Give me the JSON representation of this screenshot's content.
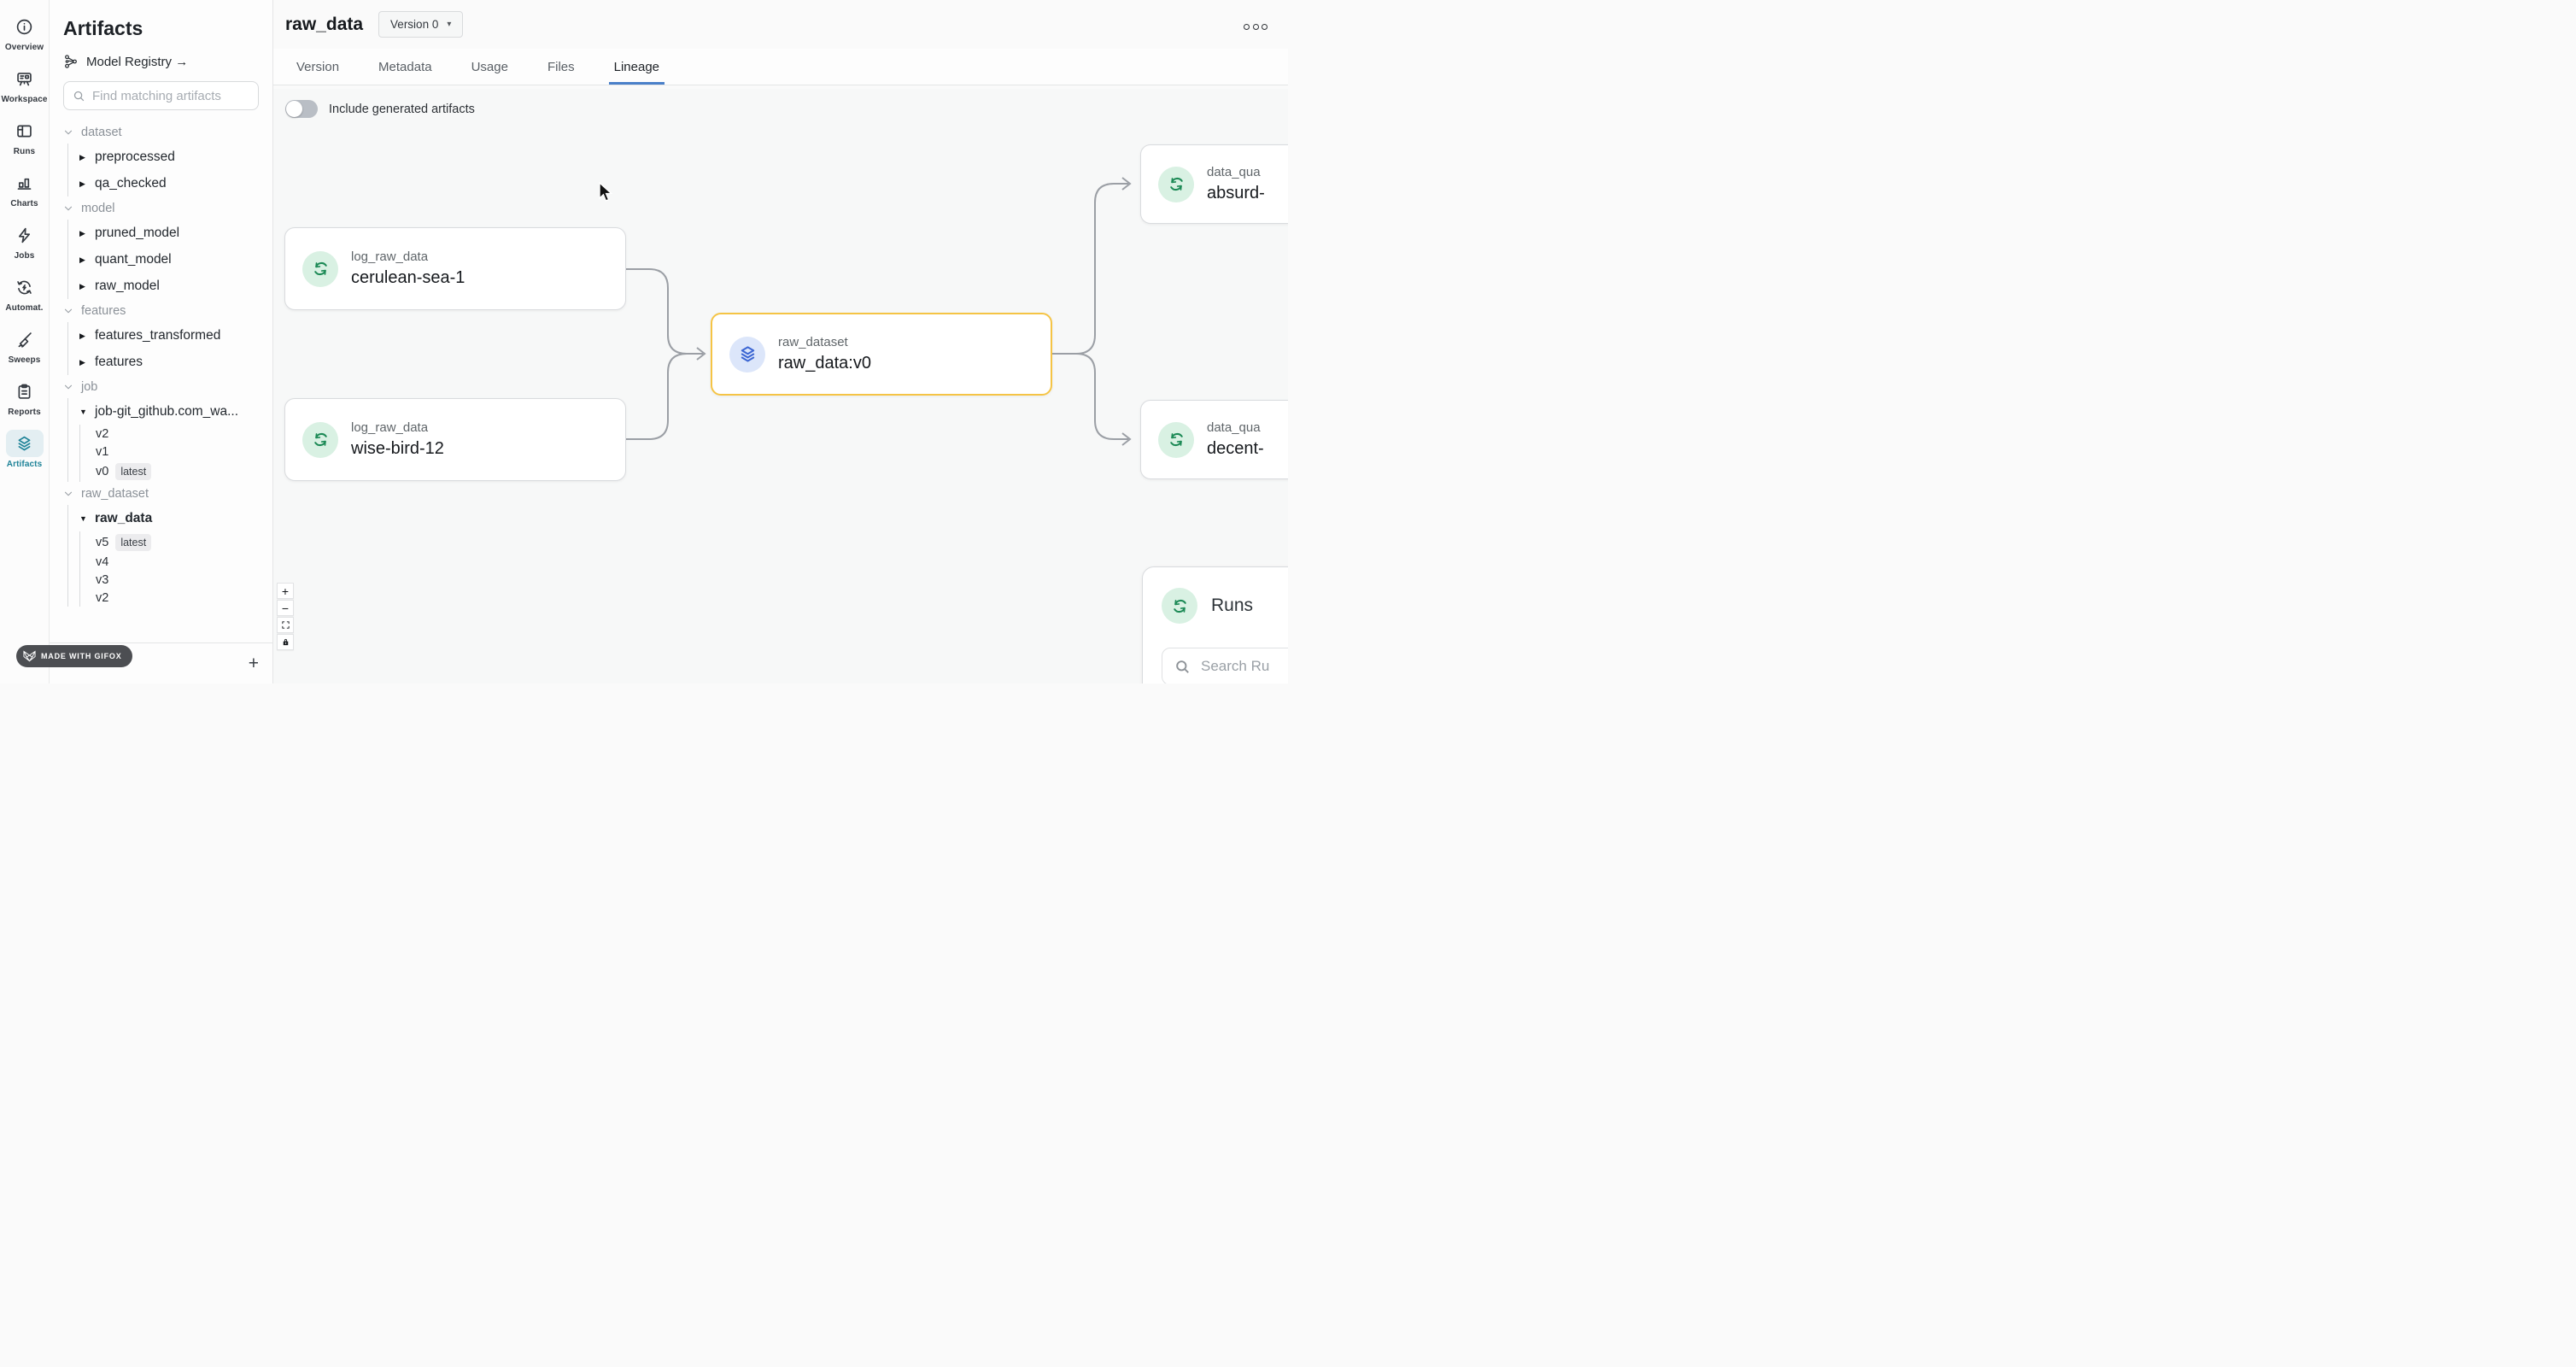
{
  "icons": {
    "triangle_right": "▶",
    "triangle_down": "▼",
    "caret_down": "▾",
    "plus": "+",
    "minus": "−"
  },
  "colors": {
    "accent_teal": "#1f8398",
    "tab_underline_blue": "#4a80c9",
    "node_highlight_yellow": "#f5c445",
    "run_green": "#1d8a56",
    "run_green_bg": "#d9f1e3",
    "artifact_blue": "#3c66d3",
    "artifact_blue_bg": "#dce6fa",
    "edge_gray": "#9b9fa5"
  },
  "rail": {
    "items": [
      {
        "label": "Overview"
      },
      {
        "label": "Workspace"
      },
      {
        "label": "Runs"
      },
      {
        "label": "Charts"
      },
      {
        "label": "Jobs"
      },
      {
        "label": "Automat."
      },
      {
        "label": "Sweeps"
      },
      {
        "label": "Reports"
      },
      {
        "label": "Artifacts",
        "active": true
      }
    ]
  },
  "sidebar": {
    "title": "Artifacts",
    "registry_link": "Model Registry →",
    "search_placeholder": "Find matching artifacts",
    "tree": [
      {
        "label": "dataset",
        "items": [
          {
            "label": "preprocessed"
          },
          {
            "label": "qa_checked"
          }
        ]
      },
      {
        "label": "model",
        "items": [
          {
            "label": "pruned_model"
          },
          {
            "label": "quant_model"
          },
          {
            "label": "raw_model"
          }
        ]
      },
      {
        "label": "features",
        "items": [
          {
            "label": "features_transformed"
          },
          {
            "label": "features"
          }
        ]
      },
      {
        "label": "job",
        "items": [
          {
            "label": "job-git_github.com_wa...",
            "versions": [
              {
                "label": "v2"
              },
              {
                "label": "v1"
              },
              {
                "label": "v0",
                "badge": "latest"
              }
            ]
          }
        ]
      },
      {
        "label": "raw_dataset",
        "items": [
          {
            "label": "raw_data",
            "versions": [
              {
                "label": "v5",
                "badge": "latest"
              },
              {
                "label": "v4"
              },
              {
                "label": "v3"
              },
              {
                "label": "v2"
              }
            ]
          }
        ]
      }
    ]
  },
  "header": {
    "title": "raw_data",
    "version_button": "Version 0"
  },
  "tabs": [
    {
      "label": "Version"
    },
    {
      "label": "Metadata"
    },
    {
      "label": "Usage"
    },
    {
      "label": "Files"
    },
    {
      "label": "Lineage",
      "active": true
    }
  ],
  "toolbar": {
    "toggle_label": "Include generated artifacts"
  },
  "graph": {
    "nodes": [
      {
        "type": "run",
        "title": "log_raw_data",
        "name": "cerulean-sea-1"
      },
      {
        "type": "run",
        "title": "log_raw_data",
        "name": "wise-bird-12"
      },
      {
        "type": "artifact",
        "title": "raw_dataset",
        "name": "raw_data:v0",
        "highlighted": true
      },
      {
        "type": "run",
        "title": "data_qua",
        "name": "absurd-"
      },
      {
        "type": "run",
        "title": "data_qua",
        "name": "decent-"
      }
    ],
    "runs_panel": {
      "title": "Runs",
      "search_placeholder": "Search Ru"
    }
  },
  "watermark": {
    "text": "MADE WITH GIFOX"
  }
}
